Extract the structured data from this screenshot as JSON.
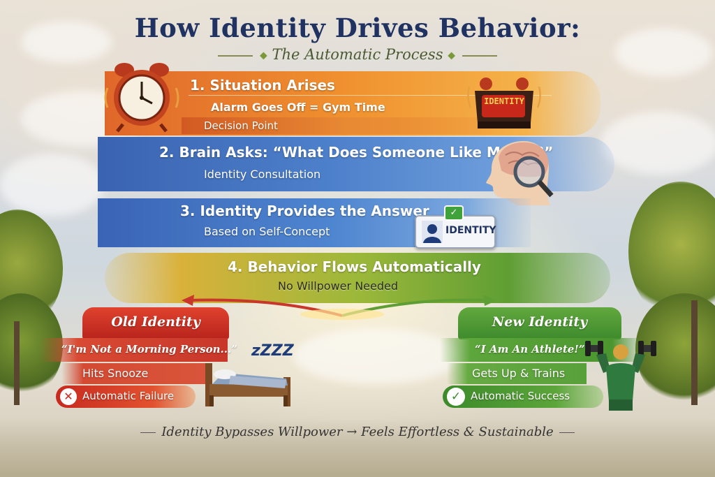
{
  "title": "How Identity Drives Behavior:",
  "subtitle": "The Automatic Process",
  "steps": [
    {
      "heading": "1. Situation Arises",
      "line1": "Alarm Goes Off = Gym Time",
      "line2": "Decision Point"
    },
    {
      "heading": "2. Brain Asks: “What Does Someone Like Me Do?”",
      "line1": "Identity Consultation"
    },
    {
      "heading": "3. Identity Provides the Answer",
      "line1": "Based on Self-Concept"
    },
    {
      "heading": "4. Behavior Flows Automatically",
      "line1": "No Willpower Needed"
    }
  ],
  "alarm_box_label": "IDENTITY",
  "id_card_label": "IDENTITY",
  "old_identity": {
    "title": "Old Identity",
    "quote": "“I'm Not a Morning Person...”",
    "action": "Hits Snooze",
    "result": "Automatic Failure",
    "sleep_text": "zZZZ"
  },
  "new_identity": {
    "title": "New Identity",
    "quote": "“I Am An Athlete!”",
    "action": "Gets Up & Trains",
    "result": "Automatic Success"
  },
  "footer": {
    "left": "Identity Bypasses Willpower",
    "arrow": "→",
    "right": "Feels Effortless & Sustainable"
  },
  "colors": {
    "title": "#1f3262",
    "orange": "#f0922f",
    "blue": "#4d80cb",
    "green": "#5f9e34",
    "red": "#c8372a"
  },
  "icons": [
    "alarm-clock-icon",
    "identity-alarm-box-icon",
    "head-magnifier-icon",
    "identity-card-icon",
    "x-icon",
    "bed-icon",
    "check-icon",
    "athlete-dumbbell-icon"
  ]
}
